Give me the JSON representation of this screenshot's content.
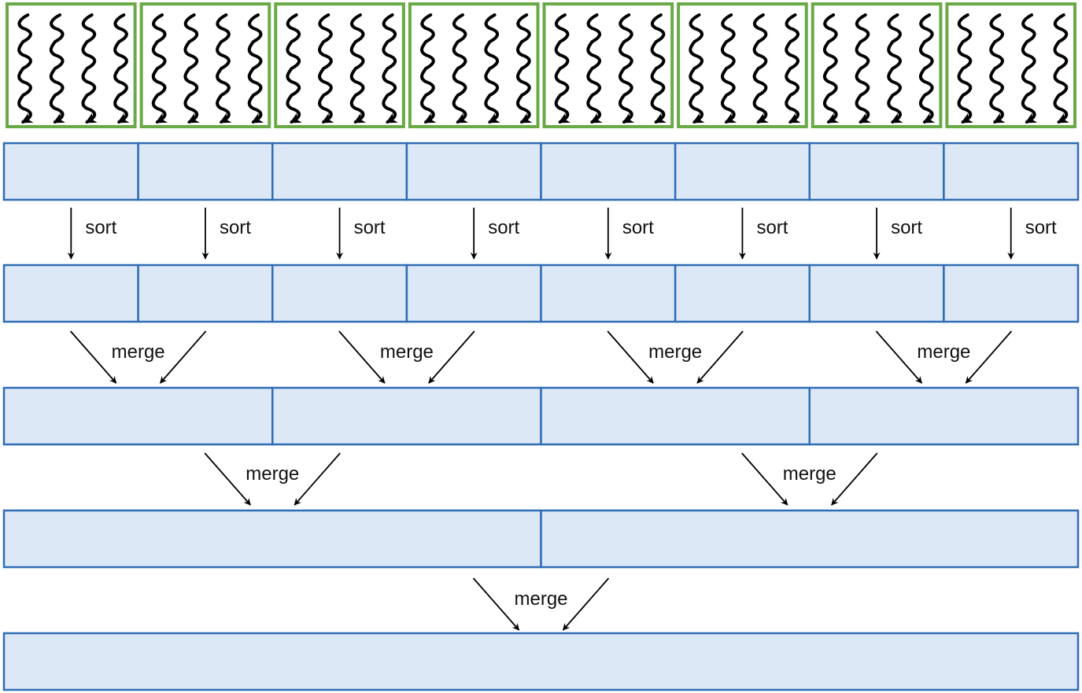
{
  "colors": {
    "cell_fill": "#dde8f6",
    "cell_border": "#2f6db5",
    "block_border": "#6aaa46",
    "arrow": "#000000"
  },
  "icon": "wavy-thread-arrow-icon",
  "thread_blocks": 8,
  "threads_per_block": 4,
  "levels": [
    {
      "partitions": 8
    },
    {
      "partitions": 8
    },
    {
      "partitions": 4
    },
    {
      "partitions": 2
    },
    {
      "partitions": 1
    }
  ],
  "labels": {
    "sort": "sort",
    "merge": "merge"
  }
}
